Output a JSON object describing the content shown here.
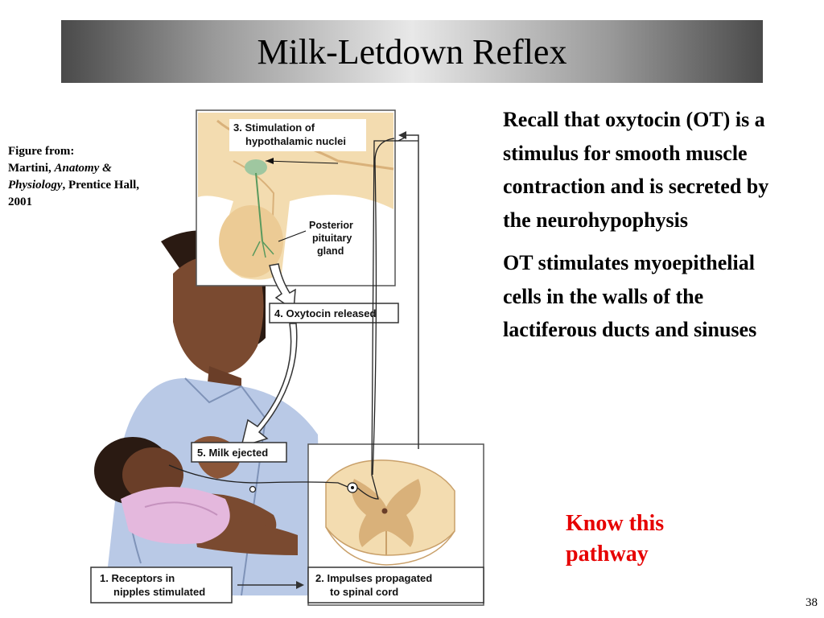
{
  "title": "Milk-Letdown Reflex",
  "credit": {
    "line1": "Figure from:",
    "author": "Martini,",
    "book": "Anatomy & Physiology",
    "publisher": ", Prentice Hall, 2001"
  },
  "paragraphs": [
    "Recall that oxytocin (OT) is a stimulus for smooth muscle contraction and is secreted by the neurohypophysis",
    "OT stimulates myoepithelial cells in the walls of the lactiferous ducts and sinuses"
  ],
  "emphasis": "Know this pathway",
  "page_number": "38",
  "figure_labels": {
    "step3_line1": "3. Stimulation of",
    "step3_line2": "hypothalamic nuclei",
    "posterior_line1": "Posterior",
    "posterior_line2": "pituitary",
    "posterior_line3": "gland",
    "step4": "4. Oxytocin released",
    "step5": "5. Milk ejected",
    "step1_line1": "1. Receptors in",
    "step1_line2": "nipples stimulated",
    "step2_line1": "2. Impulses propagated",
    "step2_line2": "to spinal cord"
  },
  "colors": {
    "title_gradient_edge": "#4a4a4a",
    "title_gradient_center": "#e8e8e8",
    "emphasis": "#e60000",
    "tissue": "#f3dcb0",
    "tissue_dark": "#d9b17a",
    "shirt": "#b9c9e6",
    "skin": "#7a4a30",
    "blanket": "#e4b8dd"
  }
}
